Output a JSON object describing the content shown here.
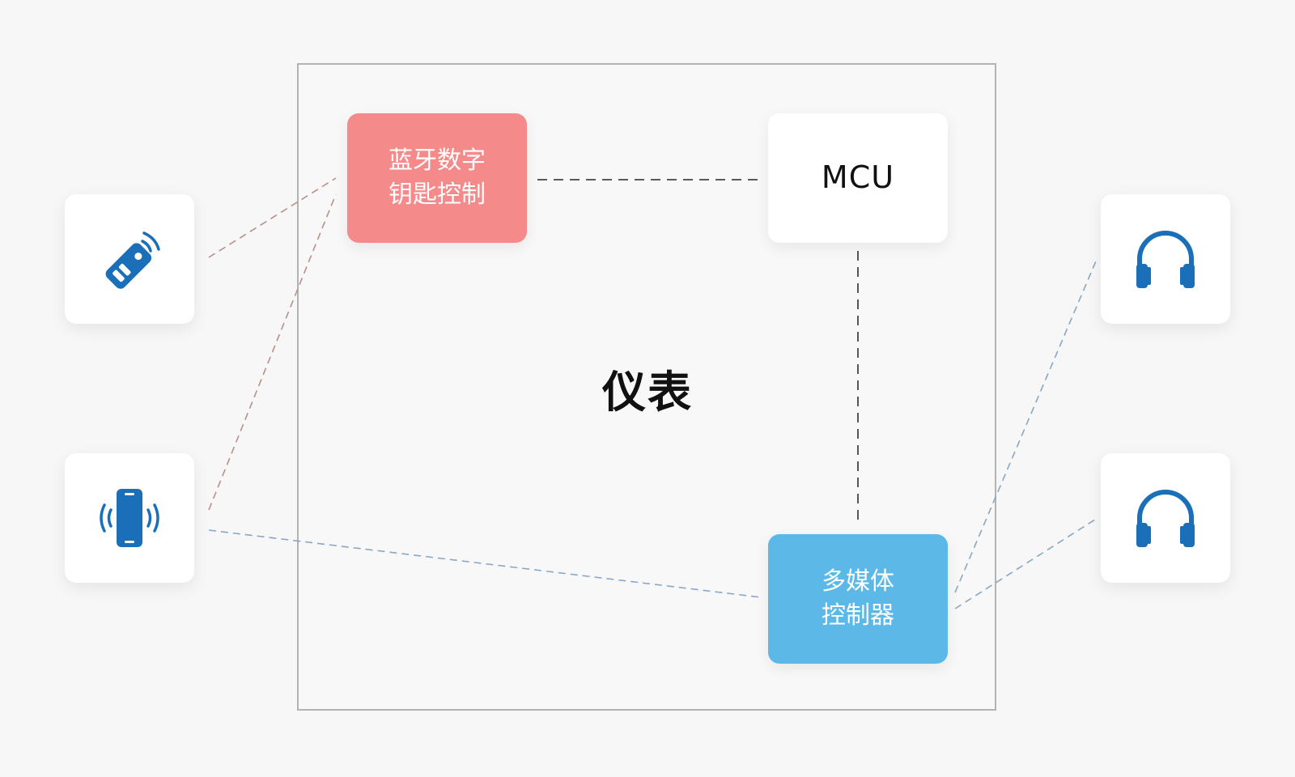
{
  "diagram": {
    "frame": {
      "title": "仪表"
    },
    "nodes": {
      "key_control": {
        "label": "蓝牙数字\n钥匙控制",
        "color": "#f58a8a"
      },
      "mcu": {
        "label": "MCU",
        "color": "#ffffff"
      },
      "media_controller": {
        "label": "多媒体\n控制器",
        "color": "#5cb8e6"
      }
    },
    "devices": [
      {
        "icon": "car-key-fob-icon"
      },
      {
        "icon": "vibrating-phone-icon"
      },
      {
        "icon": "headphones-icon"
      },
      {
        "icon": "headphones-icon"
      }
    ],
    "colors": {
      "icon": "#1a6fb8",
      "link_key": "#b89088",
      "link_media": "#8aa6c6",
      "link_internal": "#444444"
    }
  }
}
